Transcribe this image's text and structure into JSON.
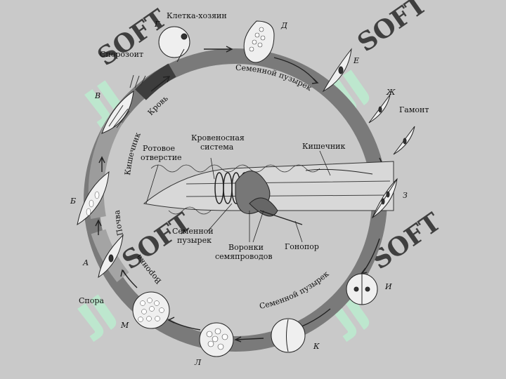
{
  "labels": {
    "host_cell": "Клетка-хозяин",
    "sporozoite": "Спорозоит",
    "gamont": "Гамонт",
    "seminal_vesicle_top": "Семенной пузырек",
    "seminal_vesicle_bottom": "Семенной пузырек",
    "blood": "Кровь",
    "intestine_ring": "Кишечник",
    "circulatory_1": "Кровеносная",
    "circulatory_2": "система",
    "mouth_1": "Ротовое",
    "mouth_2": "отверстие",
    "intestine_worm": "Кишечник",
    "vesicle_inner_1": "Семенной",
    "vesicle_inner_2": "пузырек",
    "funnels_1": "Воронки",
    "funnels_2": "семяпроводов",
    "gonopore": "Гонопор",
    "soil": "Почва",
    "funnel_ring": "Воронка",
    "spore": "Спора"
  },
  "stage_letters": {
    "A": "А",
    "B": "Б",
    "V": "В",
    "G": "Г",
    "D": "Д",
    "E": "Е",
    "Zh": "Ж",
    "Z": "З",
    "I": "И",
    "K": "К",
    "L": "Л",
    "M": "М"
  },
  "watermark": "SOFT",
  "colors": {
    "background": "#c9c9c9",
    "ring": "#7a7a7a",
    "blood_segment": "#3d3d3d",
    "cell_fill": "#efefef",
    "watermark": "#b8f0cf"
  }
}
